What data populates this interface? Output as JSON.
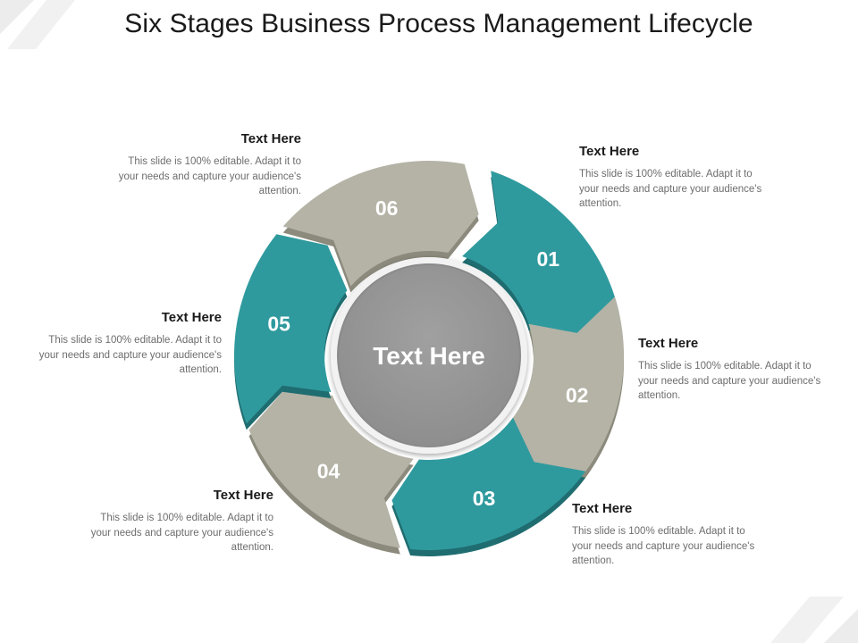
{
  "title": "Six Stages Business Process Management Lifecycle",
  "center": {
    "label": "Text Here"
  },
  "colors": {
    "teal": "#2f9a9e",
    "teal_shade": "#1f6d70",
    "gray": "#b5b3a6",
    "gray_shade": "#8c8a7c",
    "center": "#969696"
  },
  "stages": [
    {
      "number": "01",
      "heading": "Text Here",
      "body": "This slide is 100% editable. Adapt it to your needs and capture your audience's attention."
    },
    {
      "number": "02",
      "heading": "Text Here",
      "body": "This slide is 100% editable. Adapt it to your needs and capture your audience's attention."
    },
    {
      "number": "03",
      "heading": "Text Here",
      "body": "This slide is 100% editable. Adapt it to your needs and capture your audience's attention."
    },
    {
      "number": "04",
      "heading": "Text Here",
      "body": "This slide is 100% editable. Adapt it to your needs and capture your audience's attention."
    },
    {
      "number": "05",
      "heading": "Text Here",
      "body": "This slide is 100% editable. Adapt it to your needs and capture your audience's attention."
    },
    {
      "number": "06",
      "heading": "Text Here",
      "body": "This slide is 100% editable. Adapt it to your needs and capture your audience's attention."
    }
  ]
}
